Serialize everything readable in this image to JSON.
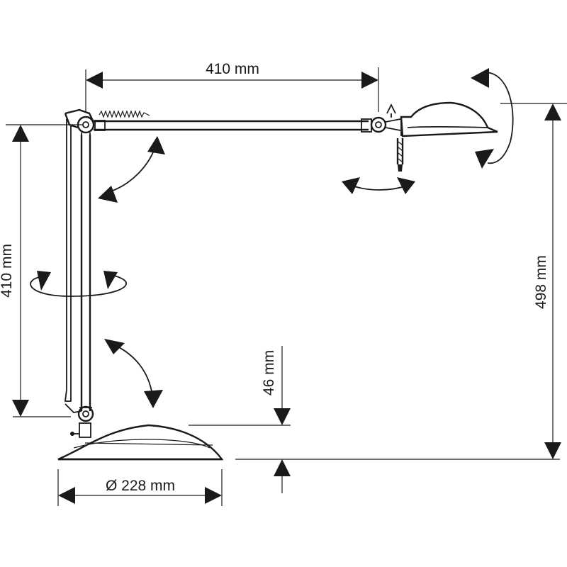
{
  "dimensions": {
    "arm_length": "410 mm",
    "column_height": "410 mm",
    "total_height": "498 mm",
    "base_height": "46 mm",
    "base_diameter": "Ø 228 mm"
  },
  "colors": {
    "line": "#1a1a1a",
    "background": "#ffffff"
  }
}
